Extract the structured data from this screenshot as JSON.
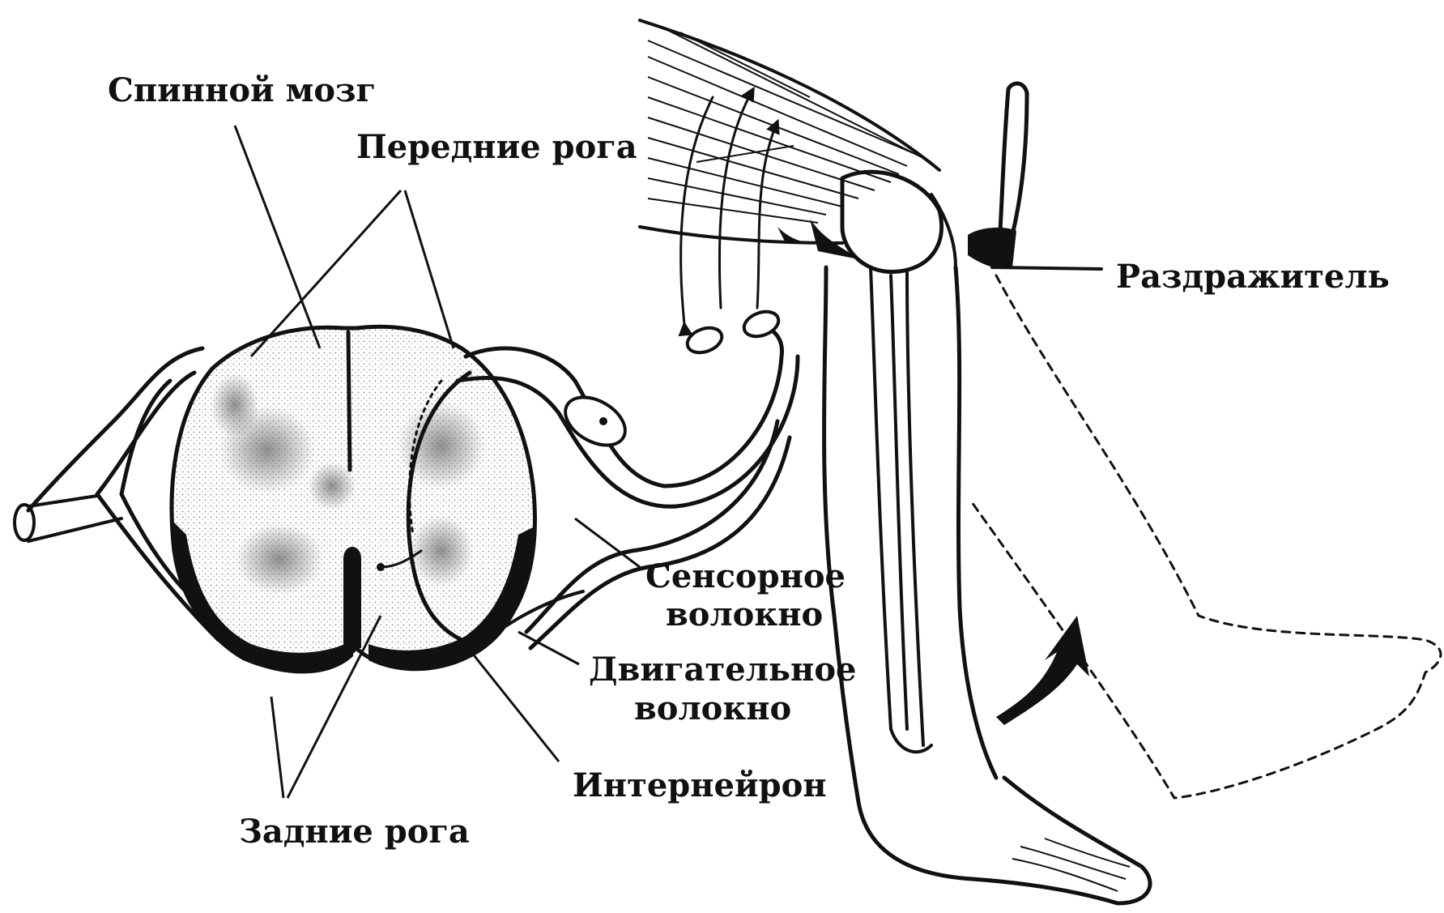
{
  "labels": {
    "spinal_cord": "Спинной мозг",
    "anterior_horns": "Передние рога",
    "stimulus": "Раздражитель",
    "sensory_fiber_line1": "Сенсорное",
    "sensory_fiber_line2": "волокно",
    "motor_fiber_line1": "Двигательное",
    "motor_fiber_line2": "волокно",
    "interneuron": "Интернейрон",
    "posterior_horns": "Задние рога"
  },
  "colors": {
    "ink": "#111111",
    "background": "#ffffff",
    "stipple": "#9a9a9a"
  }
}
